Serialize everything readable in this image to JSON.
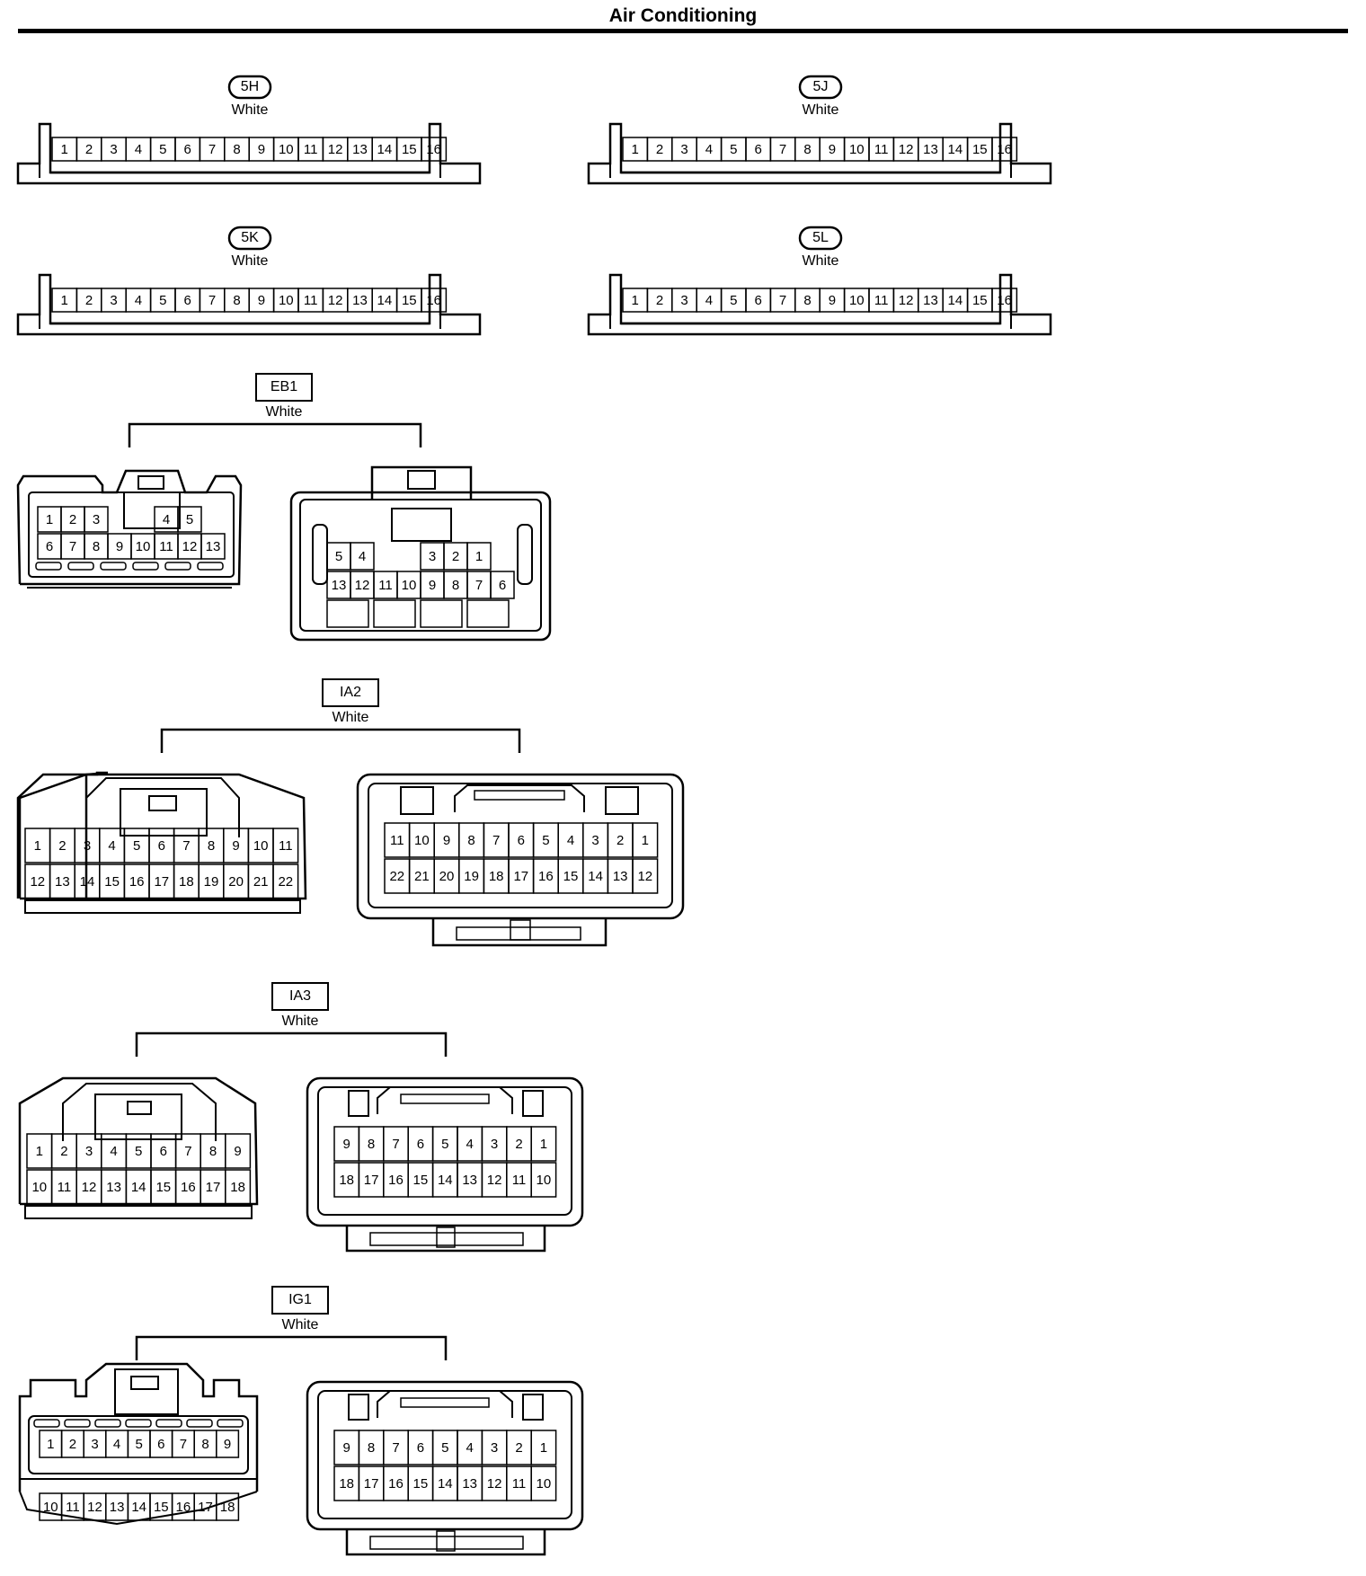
{
  "title": "Air Conditioning",
  "connectors": [
    {
      "id": "5H",
      "color": "White",
      "pins": [
        "1",
        "2",
        "3",
        "4",
        "5",
        "6",
        "7",
        "8",
        "9",
        "10",
        "11",
        "12",
        "13",
        "14",
        "15",
        "16"
      ]
    },
    {
      "id": "5J",
      "color": "White",
      "pins": [
        "1",
        "2",
        "3",
        "4",
        "5",
        "6",
        "7",
        "8",
        "9",
        "10",
        "11",
        "12",
        "13",
        "14",
        "15",
        "16"
      ]
    },
    {
      "id": "5K",
      "color": "White",
      "pins": [
        "1",
        "2",
        "3",
        "4",
        "5",
        "6",
        "7",
        "8",
        "9",
        "10",
        "11",
        "12",
        "13",
        "14",
        "15",
        "16"
      ]
    },
    {
      "id": "5L",
      "color": "White",
      "pins": [
        "1",
        "2",
        "3",
        "4",
        "5",
        "6",
        "7",
        "8",
        "9",
        "10",
        "11",
        "12",
        "13",
        "14",
        "15",
        "16"
      ]
    },
    {
      "id": "EB1",
      "color": "White",
      "left_rows": [
        [
          "1",
          "2",
          "3",
          "",
          "",
          "4",
          "5"
        ],
        [
          "6",
          "7",
          "8",
          "9",
          "10",
          "11",
          "12",
          "13"
        ]
      ],
      "right_rows": [
        [
          "5",
          "4",
          "",
          "",
          "3",
          "2",
          "1"
        ],
        [
          "13",
          "12",
          "11",
          "10",
          "9",
          "8",
          "7",
          "6"
        ]
      ]
    },
    {
      "id": "IA2",
      "color": "White",
      "left_rows": [
        [
          "1",
          "2",
          "3",
          "4",
          "5",
          "6",
          "7",
          "8",
          "9",
          "10",
          "11"
        ],
        [
          "12",
          "13",
          "14",
          "15",
          "16",
          "17",
          "18",
          "19",
          "20",
          "21",
          "22"
        ]
      ],
      "right_rows": [
        [
          "11",
          "10",
          "9",
          "8",
          "7",
          "6",
          "5",
          "4",
          "3",
          "2",
          "1"
        ],
        [
          "22",
          "21",
          "20",
          "19",
          "18",
          "17",
          "16",
          "15",
          "14",
          "13",
          "12"
        ]
      ]
    },
    {
      "id": "IA3",
      "color": "White",
      "left_rows": [
        [
          "1",
          "2",
          "3",
          "4",
          "5",
          "6",
          "7",
          "8",
          "9"
        ],
        [
          "10",
          "11",
          "12",
          "13",
          "14",
          "15",
          "16",
          "17",
          "18"
        ]
      ],
      "right_rows": [
        [
          "9",
          "8",
          "7",
          "6",
          "5",
          "4",
          "3",
          "2",
          "1"
        ],
        [
          "18",
          "17",
          "16",
          "15",
          "14",
          "13",
          "12",
          "11",
          "10"
        ]
      ]
    },
    {
      "id": "IG1",
      "color": "White",
      "left_rows": [
        [
          "1",
          "2",
          "3",
          "4",
          "5",
          "6",
          "7",
          "8",
          "9"
        ],
        [
          "10",
          "11",
          "12",
          "13",
          "14",
          "15",
          "16",
          "17",
          "18"
        ]
      ],
      "right_rows": [
        [
          "9",
          "8",
          "7",
          "6",
          "5",
          "4",
          "3",
          "2",
          "1"
        ],
        [
          "18",
          "17",
          "16",
          "15",
          "14",
          "13",
          "12",
          "11",
          "10"
        ]
      ]
    }
  ]
}
